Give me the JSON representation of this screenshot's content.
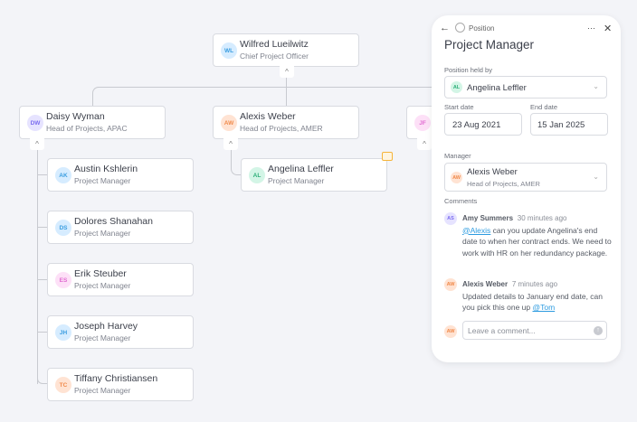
{
  "org": {
    "root": {
      "initials": "WL",
      "name": "Wilfred Lueilwitz",
      "role": "Chief Project Officer"
    },
    "heads": [
      {
        "initials": "DW",
        "name": "Daisy Wyman",
        "role": "Head of Projects, APAC"
      },
      {
        "initials": "AW",
        "name": "Alexis Weber",
        "role": "Head of Projects, AMER"
      },
      {
        "initials": "JF",
        "name": "",
        "role": ""
      }
    ],
    "apac_reports": [
      {
        "initials": "AK",
        "name": "Austin Kshlerin",
        "role": "Project Manager"
      },
      {
        "initials": "DS",
        "name": "Dolores Shanahan",
        "role": "Project Manager"
      },
      {
        "initials": "ES",
        "name": "Erik Steuber",
        "role": "Project Manager"
      },
      {
        "initials": "JH",
        "name": "Joseph Harvey",
        "role": "Project Manager"
      },
      {
        "initials": "TC",
        "name": "Tiffany Christiansen",
        "role": "Project Manager"
      }
    ],
    "amer_reports": [
      {
        "initials": "AL",
        "name": "Angelina Leffler",
        "role": "Project Manager"
      }
    ],
    "collapse_glyph": "^"
  },
  "panel": {
    "type_label": "Position",
    "title": "Project Manager",
    "more": "···",
    "close": "✕",
    "back": "←",
    "held_by_label": "Position held by",
    "held_by": {
      "initials": "AL",
      "name": "Angelina Leffler"
    },
    "start_label": "Start date",
    "start": "23 Aug 2021",
    "end_label": "End date",
    "end": "15 Jan 2025",
    "manager_label": "Manager",
    "manager": {
      "initials": "AW",
      "name": "Alexis Weber",
      "role": "Head of Projects, AMER"
    },
    "comments_label": "Comments",
    "comments": [
      {
        "initials": "AS",
        "author": "Amy Summers",
        "time": "30 minutes ago",
        "mention": "@Alexis",
        "text": " can you update Angelina's end date to when her contract ends. We need to work with HR on her redundancy package."
      },
      {
        "initials": "AW",
        "author": "Alexis Weber",
        "time": "7 minutes ago",
        "text": "Updated details to January end date, can you pick this one up ",
        "mention": "@Tom"
      }
    ],
    "composer": {
      "initials": "AW",
      "placeholder": "Leave a comment..."
    }
  },
  "colors": {
    "WL": "#d6ecff",
    "DW": "#e6e3ff",
    "AW": "#ffe3d3",
    "JF": "#fde0f7",
    "AK": "#d6ecff",
    "DS": "#d6ecff",
    "ES": "#fde0f7",
    "JH": "#d6ecff",
    "TC": "#ffe3d3",
    "AL": "#d3f5e6",
    "AS": "#e6e3ff"
  }
}
